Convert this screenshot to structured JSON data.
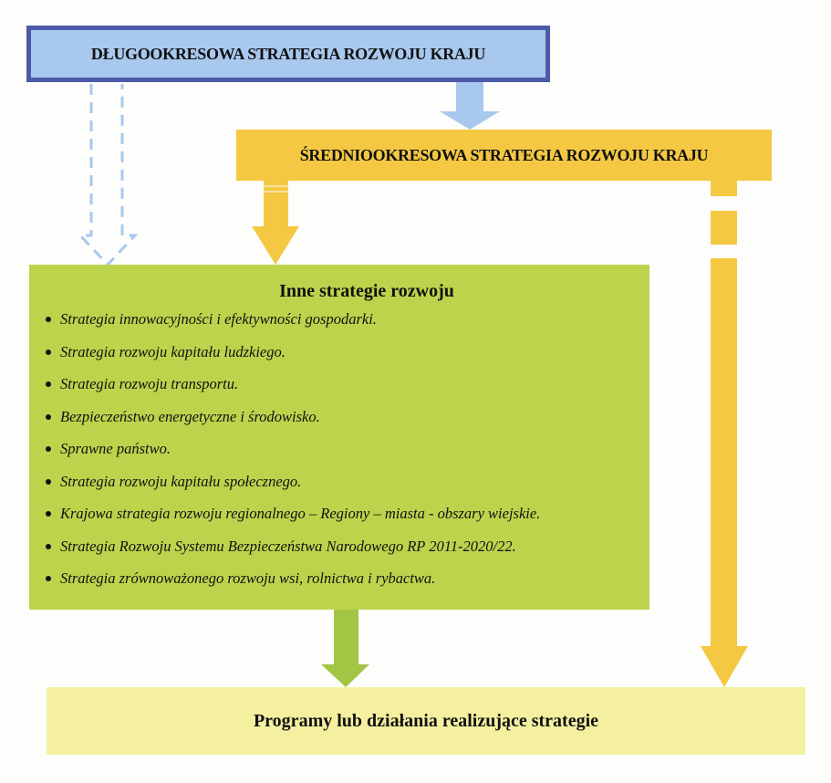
{
  "diagram": {
    "long_term": "DŁUGOOKRESOWA STRATEGIA ROZWOJU KRAJU",
    "mid_term": "ŚREDNIOOKRESOWA STRATEGIA ROZWOJU KRAJU",
    "other": {
      "title": "Inne strategie rozwoju",
      "items": [
        "Strategia innowacyjności i efektywności gospodarki.",
        "Strategia rozwoju kapitału ludzkiego.",
        "Strategia rozwoju transportu.",
        "Bezpieczeństwo energetyczne i środowisko.",
        "Sprawne państwo.",
        "Strategia rozwoju kapitału społecznego.",
        "Krajowa strategia rozwoju regionalnego – Regiony – miasta - obszary wiejskie.",
        "Strategia Rozwoju Systemu Bezpieczeństwa Narodowego RP 2011-2020/22.",
        "Strategia zrównoważonego rozwoju wsi, rolnictwa i rybactwa."
      ]
    },
    "programs": "Programy lub działania realizujące strategie"
  },
  "colors": {
    "long_fill": "#a8c8ee",
    "long_border": "#4d5aa8",
    "mid_fill": "#f4c842",
    "other_fill": "#bcd44c",
    "programs_fill": "#f5f0a0",
    "green_arrow": "#a3c544"
  }
}
